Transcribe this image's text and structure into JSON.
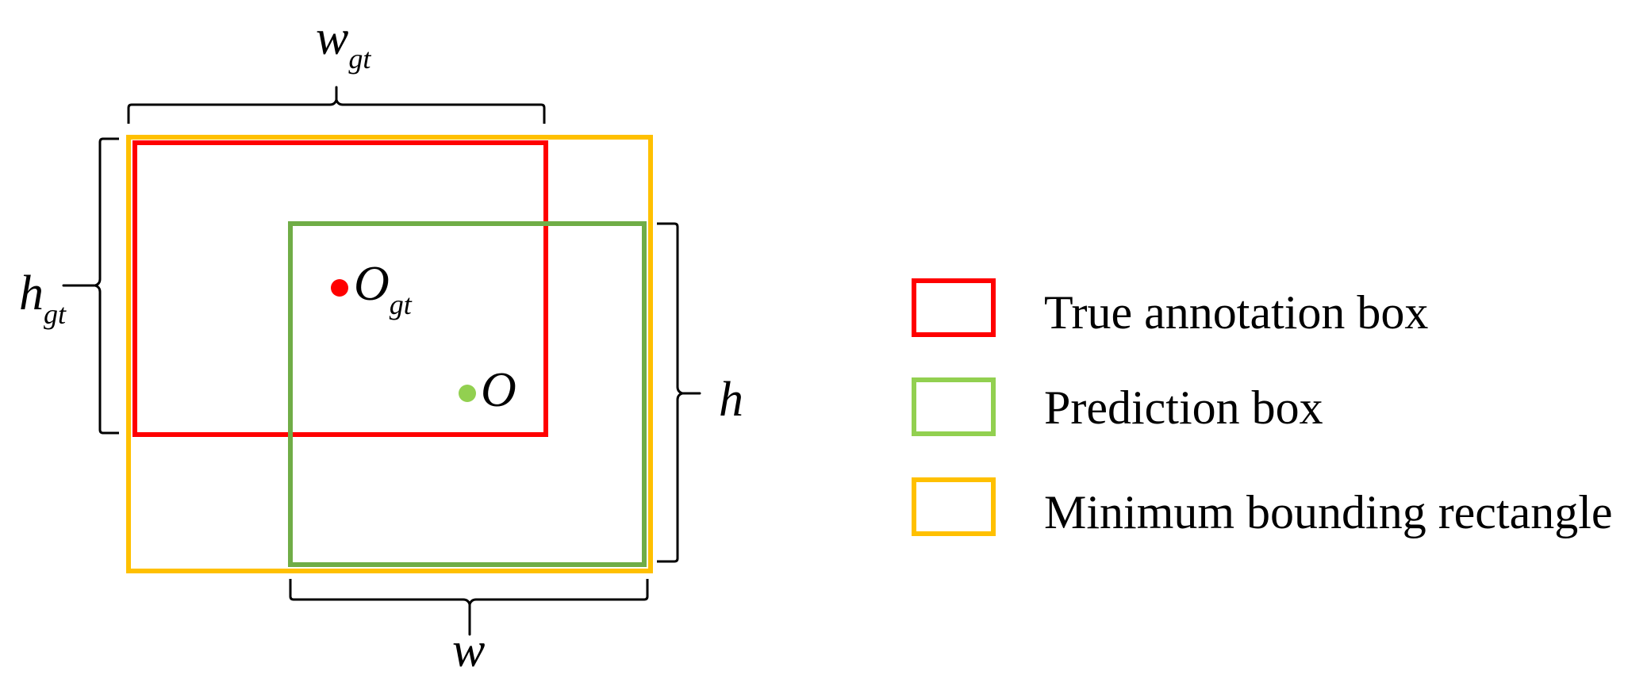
{
  "colors": {
    "true_box": "#FF0000",
    "prediction_box": "#70AD47",
    "prediction_legend": "#92D050",
    "bounding_rect": "#FFC000",
    "center_gt": "#FF0000",
    "center_pred": "#92D050"
  },
  "labels": {
    "w_gt": {
      "base": "w",
      "sub": "gt"
    },
    "h_gt": {
      "base": "h",
      "sub": "gt"
    },
    "w": "w",
    "h": "h",
    "o_gt": {
      "base": "O",
      "sub": "gt"
    },
    "o": "O"
  },
  "legend": {
    "items": [
      {
        "label": "True annotation box",
        "color_key": "true_box"
      },
      {
        "label": "Prediction box",
        "color_key": "prediction_legend"
      },
      {
        "label": "Minimum bounding rectangle",
        "color_key": "bounding_rect"
      }
    ]
  }
}
